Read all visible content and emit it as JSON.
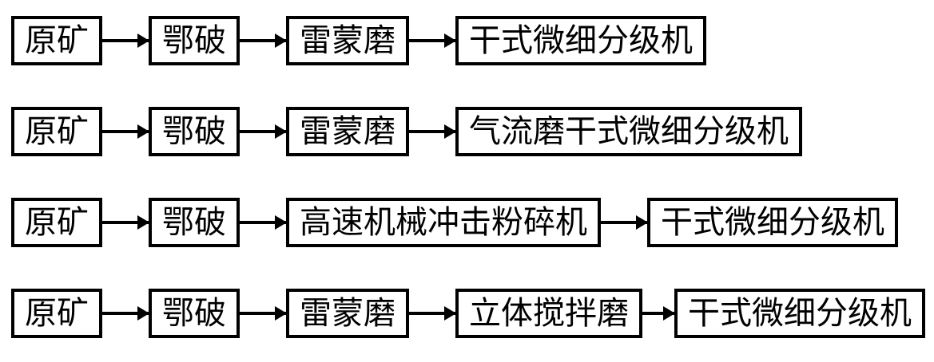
{
  "diagram": {
    "type": "flowchart",
    "colors": {
      "background": "#ffffff",
      "box_border": "#000000",
      "box_fill": "#ffffff",
      "text": "#000000",
      "arrow": "#000000"
    },
    "rows": [
      {
        "steps": [
          "原矿",
          "鄂破",
          "雷蒙磨",
          "干式微细分级机"
        ]
      },
      {
        "steps": [
          "原矿",
          "鄂破",
          "雷蒙磨",
          "气流磨干式微细分级机"
        ]
      },
      {
        "steps": [
          "原矿",
          "鄂破",
          "高速机械冲击粉碎机",
          "干式微细分级机"
        ]
      },
      {
        "steps": [
          "原矿",
          "鄂破",
          "雷蒙磨",
          "立体搅拌磨",
          "干式微细分级机"
        ]
      }
    ]
  }
}
